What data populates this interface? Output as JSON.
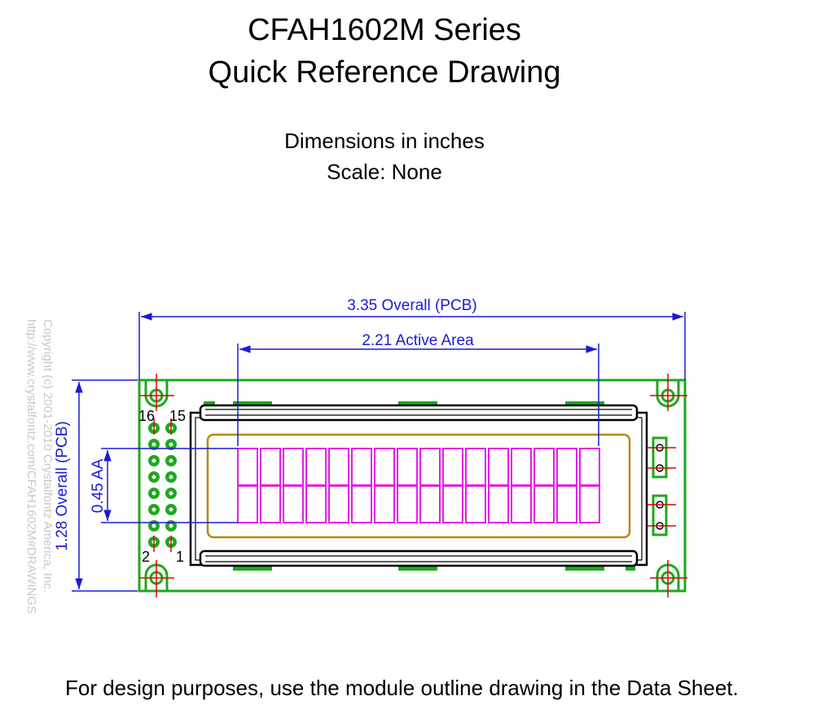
{
  "title": {
    "line1": "CFAH1602M Series",
    "line2": "Quick Reference Drawing"
  },
  "subtitle": {
    "units": "Dimensions in inches",
    "scale": "Scale: None"
  },
  "copyright": {
    "line1": "Copyright (c) 2001-2010 Crystalfontz America, Inc.",
    "line2": "http://www.crystalfontz.com/CFAH1602M#DRAWINGS"
  },
  "dimensions": {
    "overall_width": "3.35 Overall (PCB)",
    "active_width": "2.21 Active Area",
    "overall_height": "1.28 Overall (PCB)",
    "active_height": "0.45 AA"
  },
  "pins": {
    "top_left": "16",
    "top_right": "15",
    "bottom_left": "2",
    "bottom_right": "1"
  },
  "display": {
    "rows": 2,
    "columns": 16
  },
  "colors": {
    "pcb": "#1ea81e",
    "dimension": "#1a1ad8",
    "characters": "#e61ee6",
    "viewing_area": "#b8860b",
    "centerline": "#e00000",
    "outline": "#000000"
  },
  "footer": "For design purposes, use the module outline drawing in the Data Sheet."
}
